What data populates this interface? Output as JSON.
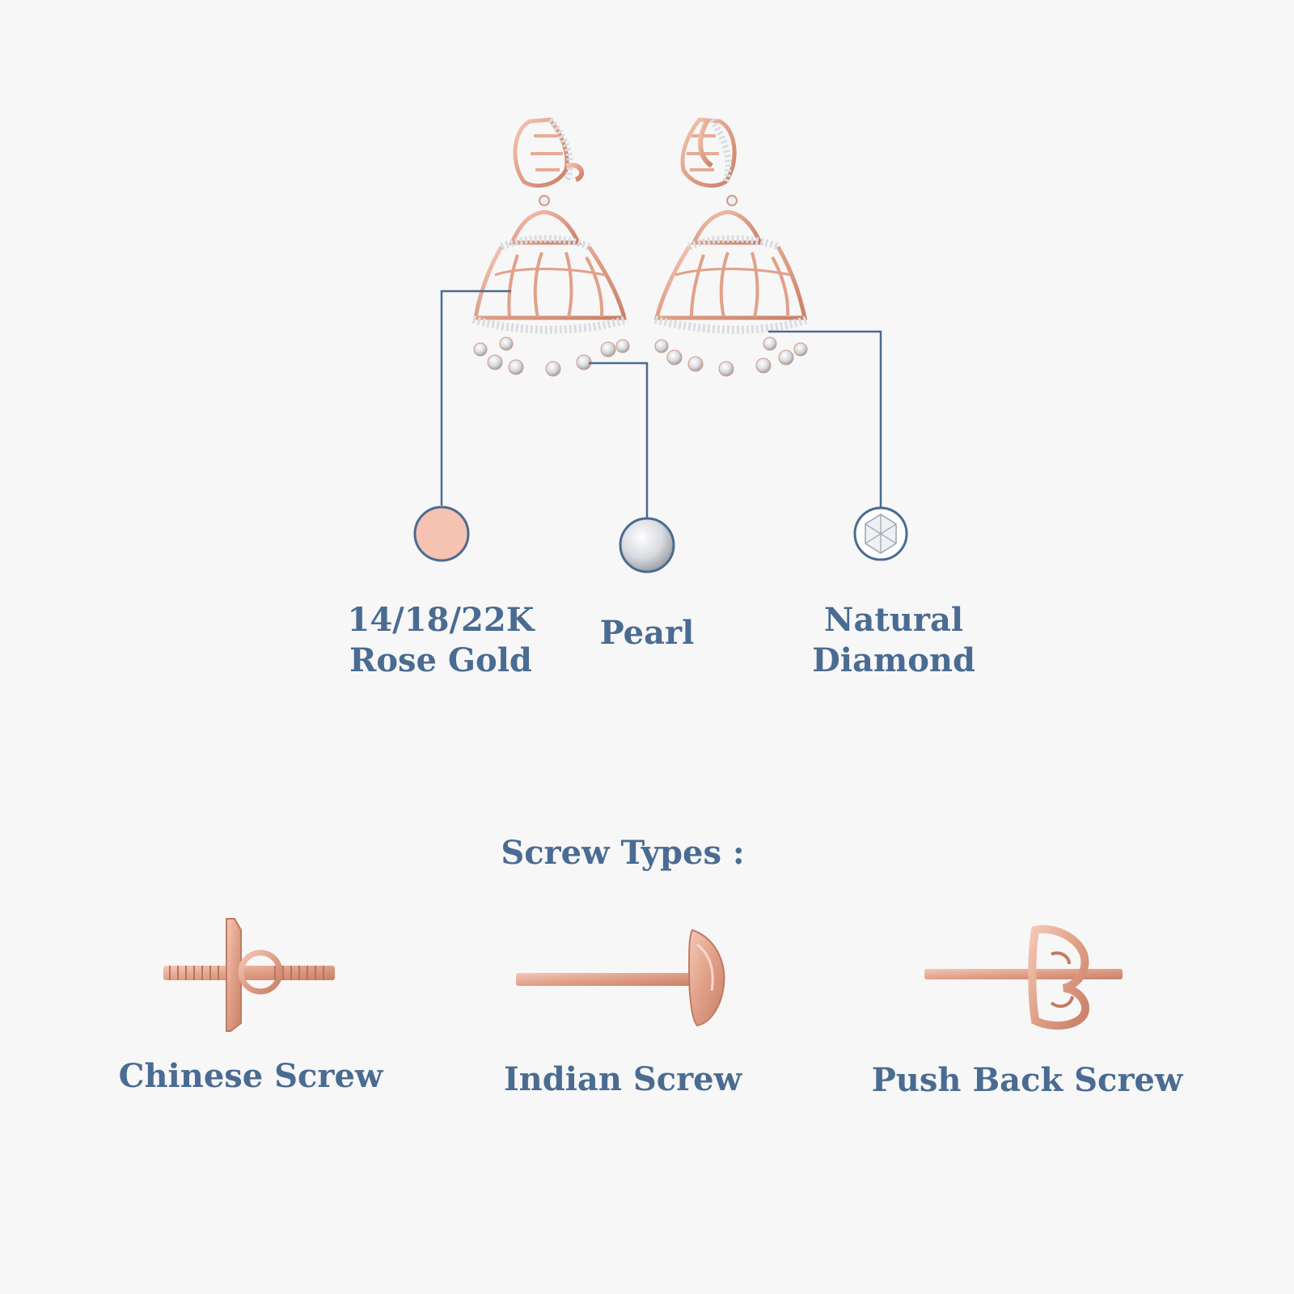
{
  "materials": [
    {
      "id": "gold",
      "line1": "14/18/22K",
      "line2": "Rose Gold",
      "icon": "rose-gold-swatch-icon",
      "color": "#f6c2b1"
    },
    {
      "id": "pearl",
      "line1": "Pearl",
      "icon": "pearl-icon",
      "color": "#e6e7ea"
    },
    {
      "id": "diamond",
      "line1": "Natural",
      "line2": "Diamond",
      "icon": "diamond-icon",
      "color": "#ffffff"
    }
  ],
  "screws": {
    "title": "Screw Types :",
    "items": [
      {
        "label": "Chinese Screw",
        "icon": "chinese-screw-icon"
      },
      {
        "label": "Indian Screw",
        "icon": "indian-screw-icon"
      },
      {
        "label": "Push Back Screw",
        "icon": "push-back-screw-icon"
      }
    ]
  },
  "colors": {
    "text": "#4a6b92",
    "line": "#4a6b92",
    "rose_gold": "#e2a088",
    "background": "#f7f7f7"
  }
}
